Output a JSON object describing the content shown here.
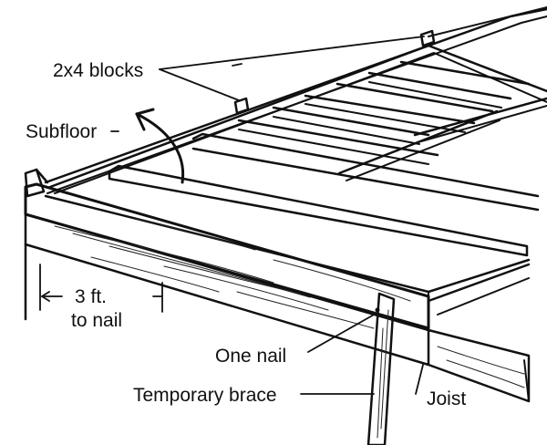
{
  "labels": {
    "blocks": "2x4 blocks",
    "subfloor": "Subfloor",
    "distance_line1": "3 ft.",
    "distance_line2": "to nail",
    "one_nail": "One nail",
    "temporary_brace": "Temporary brace",
    "joist": "Joist"
  },
  "colors": {
    "ink": "#111111",
    "paper": "#ffffff"
  }
}
